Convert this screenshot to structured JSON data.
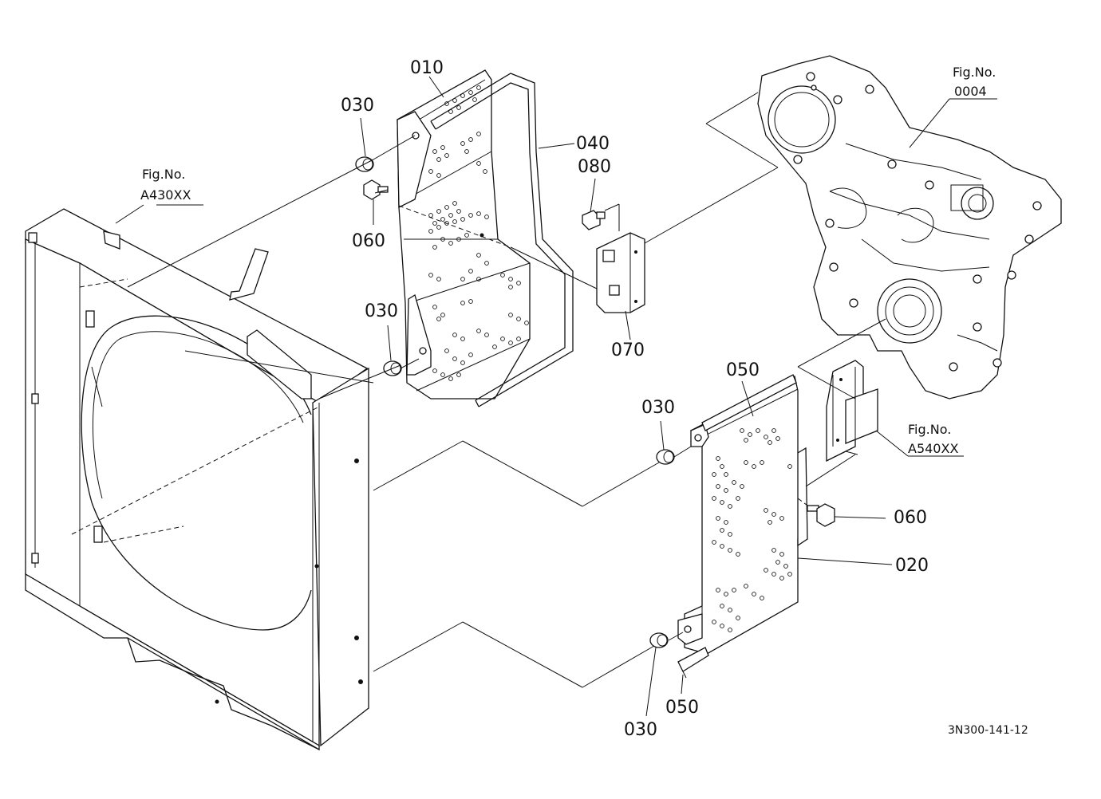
{
  "labels": {
    "p010": "010",
    "p020": "020",
    "p030a": "030",
    "p030b": "030",
    "p030c": "030",
    "p030d": "030",
    "p040": "040",
    "p050a": "050",
    "p050b": "050",
    "p060a": "060",
    "p060b": "060",
    "p070": "070",
    "p080": "080"
  },
  "fig_refs": {
    "shroud": {
      "title": "Fig.No.",
      "number": "A430XX"
    },
    "gearcase": {
      "title": "Fig.No.",
      "number": "0004"
    },
    "bracket": {
      "title": "Fig.No.",
      "number": "A540XX"
    }
  },
  "drawing_code": "3N300-141-12",
  "colors": {
    "line": "#111111",
    "background": "#ffffff"
  }
}
